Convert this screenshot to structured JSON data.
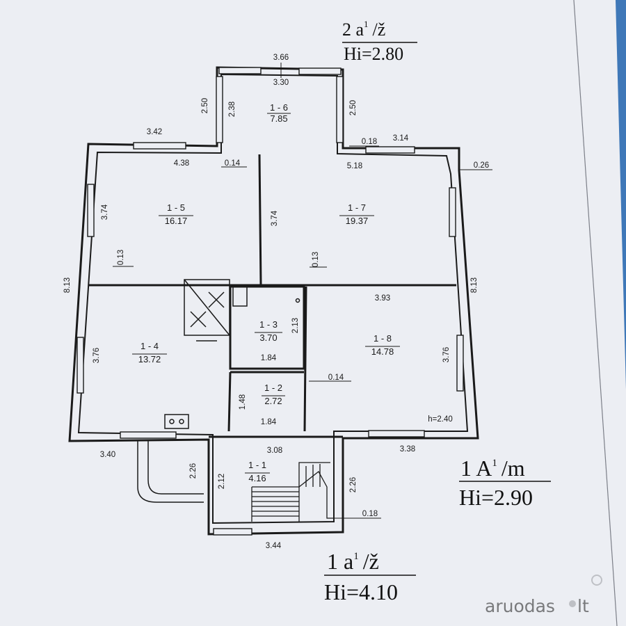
{
  "labels": {
    "top_floor_title": "2 a",
    "top_floor_sup": "1",
    "top_floor_suffix": "/ž",
    "top_floor_height": "Hi=2.80",
    "main_floor_title": "1 A",
    "main_floor_sup": "1",
    "main_floor_suffix": "/m",
    "main_floor_height": "Hi=2.90",
    "porch_title": "1 a",
    "porch_sup": "1",
    "porch_suffix": "/ž",
    "porch_height": "Hi=4.10"
  },
  "rooms": {
    "r16": {
      "id": "1 - 6",
      "area": "7.85"
    },
    "r15": {
      "id": "1 - 5",
      "area": "16.17"
    },
    "r17": {
      "id": "1 - 7",
      "area": "19.37"
    },
    "r14": {
      "id": "1 - 4",
      "area": "13.72"
    },
    "r13": {
      "id": "1 - 3",
      "area": "3.70"
    },
    "r12": {
      "id": "1 - 2",
      "area": "2.72"
    },
    "r18": {
      "id": "1 - 8",
      "area": "14.78"
    },
    "r11": {
      "id": "1 - 1",
      "area": "4.16"
    }
  },
  "dims": {
    "d366": "3.66",
    "d330": "3.30",
    "d250a": "2.50",
    "d238": "2.38",
    "d250b": "2.50",
    "d342": "3.42",
    "d018a": "0.18",
    "d314": "3.14",
    "d438": "4.38",
    "d014a": "0.14",
    "d518": "5.18",
    "d026": "0.26",
    "d374a": "3.74",
    "d374b": "3.74",
    "d013a": "0.13",
    "d013b": "0.13",
    "d813a": "8.13",
    "d813b": "8.13",
    "d393": "3.93",
    "d213": "2.13",
    "d376a": "3.76",
    "d376b": "3.76",
    "d184a": "1.84",
    "d014b": "0.14",
    "d148": "1.48",
    "d184b": "1.84",
    "dh240": "h=2.40",
    "d340": "3.40",
    "d308": "3.08",
    "d338": "3.38",
    "d226a": "2.26",
    "d212": "2.12",
    "d226b": "2.26",
    "d018b": "0.18",
    "d344": "3.44"
  },
  "watermark": {
    "text": "aruodas",
    "suffix": "lt"
  }
}
